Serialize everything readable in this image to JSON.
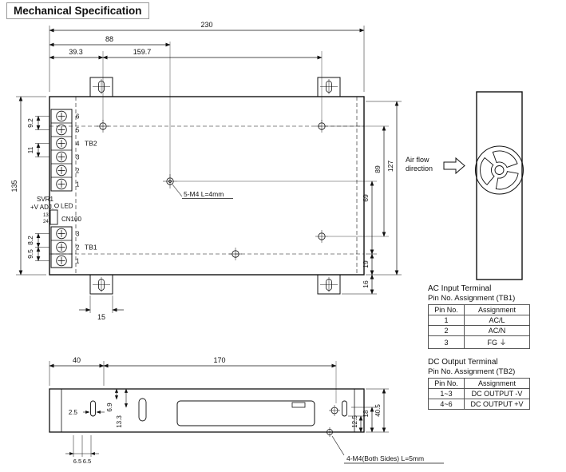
{
  "title": "Mechanical Specification",
  "top_view": {
    "dims": {
      "width_total": "230",
      "width_88": "88",
      "width_39_3": "39.3",
      "width_159_7": "159.7",
      "height_total": "135",
      "pitch_9_2": "9.2",
      "pitch_11": "11",
      "pitch_8_2": "8.2",
      "pitch_9_5": "9.5",
      "right_127": "127",
      "right_89": "89",
      "right_69": "69",
      "right_19": "19",
      "tab_16": "16",
      "tab_15": "15"
    },
    "labels": {
      "tb2": "TB2",
      "tb1": "TB1",
      "svr1": "SVR1",
      "v_adj": "+V ADJ.",
      "led": "LED",
      "cn100": "CN100",
      "cn_pin_13": "13",
      "cn_pin_24": "24",
      "screw_note": "5-M4 L=4mm"
    },
    "tb2_pins": [
      "6",
      "5",
      "4",
      "3",
      "2",
      "1"
    ],
    "tb1_pins": [
      "3",
      "2",
      "1"
    ]
  },
  "side_view": {
    "airflow_line1": "Air flow",
    "airflow_line2": "direction"
  },
  "bottom_view": {
    "dims": {
      "width_40": "40",
      "width_170": "170",
      "d2_5": "2.5",
      "d6_9": "6.9",
      "d13_3": "13.3",
      "d6_5_a": "6.5",
      "d6_5_b": "6.5",
      "d12_5": "12.5",
      "d18": "18",
      "d40_5": "40.5"
    },
    "screw_note": "4-M4(Both Sides) L=5mm"
  },
  "ac_table": {
    "title": "AC Input Terminal",
    "subtitle": "Pin No. Assignment (TB1)",
    "headers": [
      "Pin No.",
      "Assignment"
    ],
    "rows": [
      [
        "1",
        "AC/L"
      ],
      [
        "2",
        "AC/N"
      ],
      [
        "3",
        "FG ⏚"
      ]
    ]
  },
  "dc_table": {
    "title": "DC Output Terminal",
    "subtitle": "Pin No. Assignment (TB2)",
    "headers": [
      "Pin No.",
      "Assignment"
    ],
    "rows": [
      [
        "1~3",
        "DC OUTPUT -V"
      ],
      [
        "4~6",
        "DC OUTPUT +V"
      ]
    ]
  }
}
